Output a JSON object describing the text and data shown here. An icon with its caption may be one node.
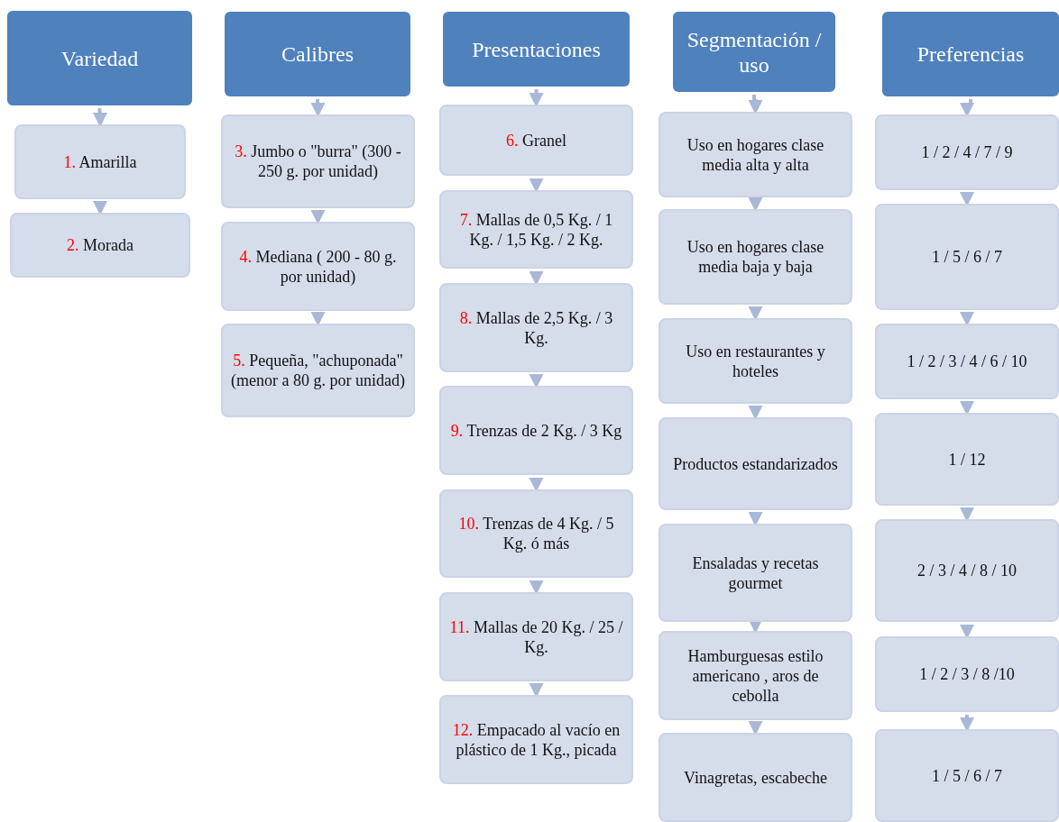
{
  "diagram": {
    "nodes": [
      {
        "text": [
          "Variedad"
        ]
      },
      {
        "text": [
          "1.",
          "Amarilla"
        ]
      },
      {
        "text": [
          "2.",
          "Morada"
        ]
      },
      {
        "text": [
          "Calibres"
        ]
      },
      {
        "text": [
          "3.",
          "Jumbo o \"burra\" (300 - 250 g. por unidad)"
        ]
      },
      {
        "text": [
          "4.",
          "Mediana ( 200 - 80 g. por unidad)"
        ]
      },
      {
        "text": [
          "5.",
          "Pequeña, \"achuponada\" (menor a 80 g. por unidad)"
        ]
      },
      {
        "text": [
          "Presentaciones"
        ]
      },
      {
        "text": [
          "6.",
          "Granel"
        ]
      },
      {
        "text": [
          "7.",
          "Mallas de 0,5 Kg. / 1 Kg. / 1,5 Kg. / 2 Kg."
        ]
      },
      {
        "text": [
          "8.",
          "Mallas de 2,5 Kg. / 3 Kg."
        ]
      },
      {
        "text": [
          "9.",
          "Trenzas de 2 Kg. / 3 Kg"
        ]
      },
      {
        "text": [
          "10.",
          "Trenzas de  4 Kg. / 5 Kg. ó más"
        ]
      },
      {
        "text": [
          "11.",
          "Mallas de 20 Kg. / 25 / Kg."
        ]
      },
      {
        "text": [
          "12.",
          "Empacado al vacío en plástico de 1 Kg., picada"
        ]
      },
      {
        "text": [
          "Segmentación / uso"
        ]
      },
      {
        "text": [
          "Uso en hogares clase media alta y alta"
        ]
      },
      {
        "text": [
          "Uso en hogares clase media baja y baja"
        ]
      },
      {
        "text": [
          "Uso en restaurantes y hoteles"
        ]
      },
      {
        "text": [
          "Productos estandarizados"
        ]
      },
      {
        "text": [
          "Ensaladas y recetas gourmet"
        ]
      },
      {
        "text": [
          "Hamburguesas estilo americano , aros de cebolla"
        ]
      },
      {
        "text": [
          "Vinagretas, escabeche"
        ]
      },
      {
        "text": [
          "Preferencias"
        ]
      },
      {
        "text": [
          "1 / 2 / 4 / 7 / 9"
        ]
      },
      {
        "text": [
          "1 / 5 / 6 / 7"
        ]
      },
      {
        "text": [
          "1 / 2 / 3 / 4 / 6 / 10"
        ]
      },
      {
        "text": [
          "1 / 12"
        ]
      },
      {
        "text": [
          "2 / 3 / 4 / 8 / 10"
        ]
      },
      {
        "text": [
          "1 / 2 / 3 / 8 /10"
        ]
      },
      {
        "text": [
          "1 / 5 / 6 / 7"
        ]
      }
    ],
    "edges": [
      {
        "from": 0,
        "to": 1,
        "arrow": "to"
      },
      {
        "from": 1,
        "to": 2,
        "arrow": "to"
      },
      {
        "from": 3,
        "to": 4,
        "arrow": "to"
      },
      {
        "from": 4,
        "to": 5,
        "arrow": "to"
      },
      {
        "from": 5,
        "to": 6,
        "arrow": "to"
      },
      {
        "from": 7,
        "to": 8,
        "arrow": "to"
      },
      {
        "from": 8,
        "to": 9,
        "arrow": "to"
      },
      {
        "from": 9,
        "to": 10,
        "arrow": "to"
      },
      {
        "from": 10,
        "to": 11,
        "arrow": "to"
      },
      {
        "from": 11,
        "to": 12,
        "arrow": "to"
      },
      {
        "from": 12,
        "to": 13,
        "arrow": "to"
      },
      {
        "from": 13,
        "to": 14,
        "arrow": "to"
      },
      {
        "from": 15,
        "to": 16,
        "arrow": "to"
      },
      {
        "from": 16,
        "to": 17,
        "arrow": "to"
      },
      {
        "from": 17,
        "to": 18,
        "arrow": "to"
      },
      {
        "from": 18,
        "to": 19,
        "arrow": "to"
      },
      {
        "from": 19,
        "to": 20,
        "arrow": "to"
      },
      {
        "from": 20,
        "to": 21,
        "arrow": "to"
      },
      {
        "from": 21,
        "to": 22,
        "arrow": "to"
      },
      {
        "from": 23,
        "to": 24,
        "arrow": "to"
      },
      {
        "from": 24,
        "to": 25,
        "arrow": "to"
      },
      {
        "from": 25,
        "to": 26,
        "arrow": "to"
      },
      {
        "from": 26,
        "to": 27,
        "arrow": "to"
      },
      {
        "from": 27,
        "to": 28,
        "arrow": "to"
      },
      {
        "from": 28,
        "to": 29,
        "arrow": "to"
      },
      {
        "from": 29,
        "to": 30,
        "arrow": "to"
      }
    ]
  }
}
